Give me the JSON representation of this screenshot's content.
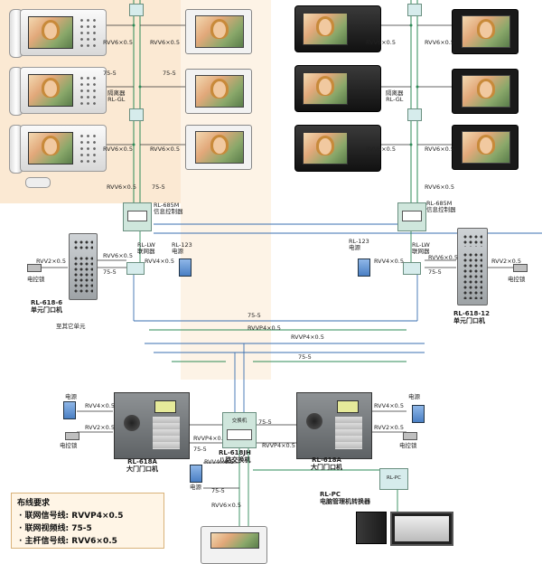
{
  "diagram": {
    "units": {
      "left_center": {
        "controller": {
          "model": "RL-685M",
          "label": "信息控制器"
        },
        "networker": {
          "model": "RL-LW",
          "label": "联网器"
        },
        "psu": {
          "model": "RL-123",
          "label": "电源"
        },
        "isolator": {
          "label": "隔离器",
          "model": "RL-GL"
        },
        "door_panel": {
          "model": "RL-618-6",
          "label": "单元门口机"
        },
        "lock_label": "电控锁",
        "note": "至其它单元"
      },
      "right_center": {
        "controller": {
          "model": "RL-685M",
          "label": "信息控制器"
        },
        "networker": {
          "model": "RL-LW",
          "label": "联网器"
        },
        "psu": {
          "model": "RL-123",
          "label": "电源"
        },
        "isolator": {
          "label": "隔离器",
          "model": "RL-GL"
        },
        "door_panel": {
          "model": "RL-618-12",
          "label": "单元门口机"
        },
        "lock_label": "电控锁"
      }
    },
    "main_gates": {
      "left": {
        "model": "RL-618A",
        "label": "大门门口机",
        "psu_label": "电源",
        "lock_label": "电控锁"
      },
      "right": {
        "model": "RL-618A",
        "label": "大门门口机",
        "psu_label": "电源",
        "lock_label": "电控锁"
      }
    },
    "switch": {
      "model": "RL-618JH",
      "label": "八路交换机",
      "inner_label": "交换机"
    },
    "pc_converter": {
      "model": "RL-PC",
      "label": "电脑管理机转换器",
      "box_label": "RL-PC"
    },
    "bottom_psu_label": "电源",
    "cable_labels": {
      "rvv6": "RVV6×0.5",
      "rvv4": "RVV4×0.5",
      "rvv2": "RVV2×0.5",
      "c75": "75-5",
      "rvvp4": "RVVP4×0.5",
      "rvvp4b": "RVVP4×0.5"
    },
    "legend": {
      "title": "布线要求",
      "rows": [
        "· 联网信号线: RVVP4×0.5",
        "· 联网视频线: 75-5",
        "· 主杆信号线: RVV6×0.5"
      ]
    },
    "colors": {
      "left_bg": "#fbe9d3",
      "wire_green": "#2e8b57",
      "wire_blue": "#3a6fb0",
      "wire_black": "#333333",
      "legend_bg": "#fff5e6"
    }
  }
}
